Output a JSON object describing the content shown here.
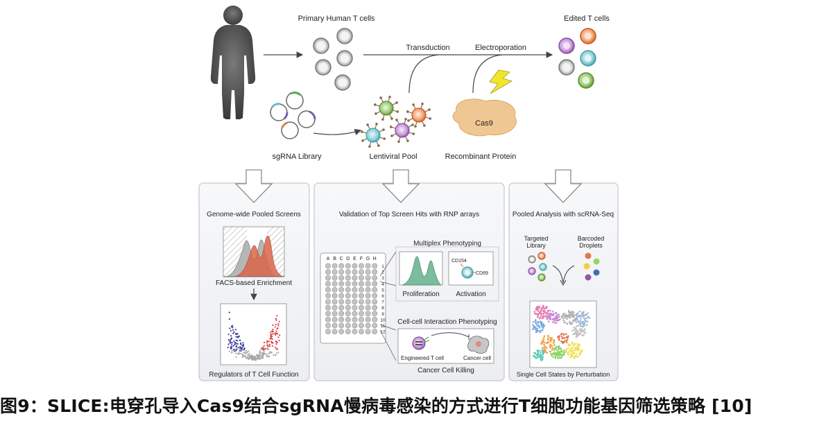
{
  "top": {
    "primary_cells": "Primary Human T cells",
    "edited_cells": "Edited T cells",
    "transduction": "Transduction",
    "electroporation": "Electroporation",
    "sgrna_library": "sgRNA Library",
    "lentiviral_pool": "Lentiviral Pool",
    "cas9": "Cas9",
    "recombinant_protein": "Recombinant Protein"
  },
  "panel_left": {
    "title": "Genome-wide Pooled Screens",
    "facs": "FACS-based Enrichment",
    "bottom": "Regulators of T Cell Function"
  },
  "panel_mid": {
    "title": "Validation of Top Screen Hits with RNP arrays",
    "plate_columns": [
      "A",
      "B",
      "C",
      "D",
      "E",
      "F",
      "G",
      "H"
    ],
    "plate_rows": [
      "1",
      "2",
      "3",
      "4",
      "5",
      "6",
      "7",
      "8",
      "9",
      "10",
      "11",
      "12"
    ],
    "multiplex": "Multiplex Phenotyping",
    "proliferation": "Proliferation",
    "activation": "Activation",
    "cd154": "CD154",
    "cd69": "CD69",
    "cellcell": "Cell-cell Interaction Phenotyping",
    "engineered": "Engineered T cell",
    "cancer_cell": "Cancer cell",
    "killing": "Cancer Cell Killing"
  },
  "panel_right": {
    "title": "Pooled Analysis with scRNA-Seq",
    "targeted_line1": "Targeted",
    "targeted_line2": "Library",
    "barcoded_line1": "Barcoded",
    "barcoded_line2": "Droplets",
    "bottom": "Single Cell States by Perturbation"
  },
  "caption": "图9：SLICE:电穿孔导入Cas9结合sgRNA慢病毒感染的方式进行T细胞功能基因筛选策略 [10]",
  "colors": {
    "cell_gray": "#8a8a8a",
    "orange": "#e07a4a",
    "teal": "#6bbcc4",
    "purple": "#b07cc6",
    "green": "#7fae5a",
    "panel_bg": "#f3f4f6",
    "hist_red": "#d9664a",
    "hist_green": "#6db593",
    "cas9": "#efc792"
  }
}
